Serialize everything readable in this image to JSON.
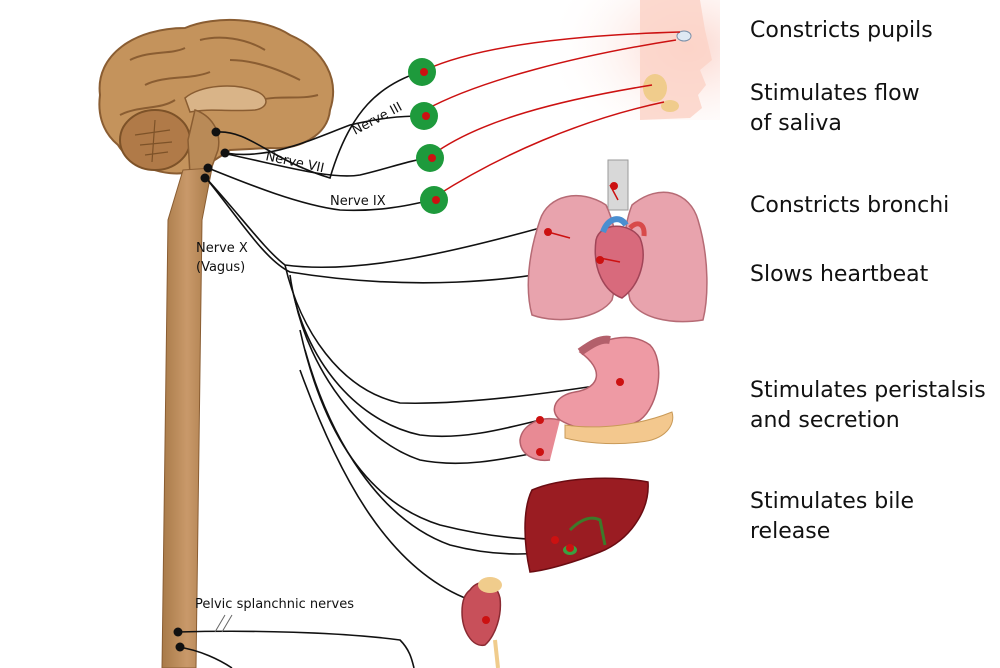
{
  "labels": {
    "nerve_iii": "Nerve III",
    "nerve_vii": "Nerve VII",
    "nerve_ix": "Nerve IX",
    "nerve_x_line1": "Nerve X",
    "nerve_x_line2": "(Vagus)",
    "pelvic": "Pelvic splanchnic nerves"
  },
  "effects": {
    "pupils": [
      "Constricts pupils"
    ],
    "saliva": [
      "Stimulates flow",
      "of saliva"
    ],
    "bronchi": [
      "Constricts bronchi"
    ],
    "heart": [
      "Slows heartbeat"
    ],
    "stomach": [
      "Stimulates peristalsis",
      "and secretion"
    ],
    "liver": [
      "Stimulates bile",
      "release"
    ]
  },
  "colors": {
    "brain": "#c4935c",
    "spinal_cord": "#b98a57",
    "ganglion": "#1e9a3c",
    "nerve_fiber": "#cc1111",
    "nerve_line": "#111111",
    "lung": "#e8a3ad",
    "stomach": "#ee9aa4",
    "liver": "#9a1c22",
    "kidney": "#c8505a"
  }
}
